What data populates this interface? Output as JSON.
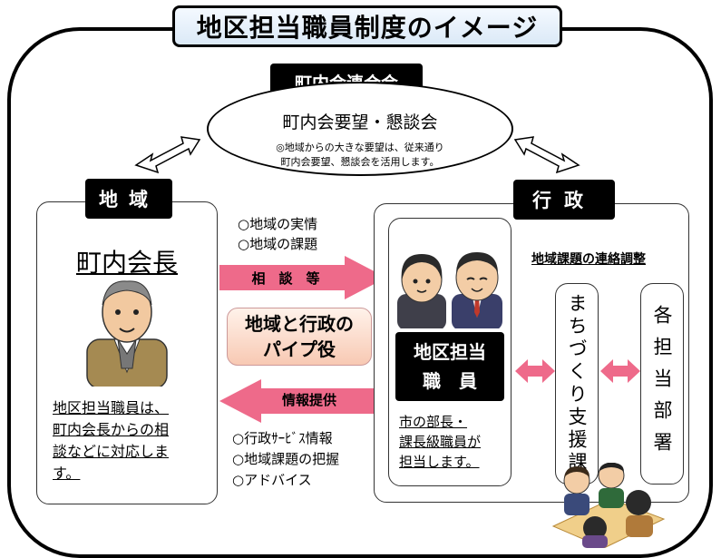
{
  "title": "地区担当職員制度のイメージ",
  "federation": {
    "label": "町内会連合会",
    "ellipse_title": "町内会要望・懇談会",
    "note_line1": "◎地域からの大きな要望は、従来通り",
    "note_line2": "町内会要望、懇談会を活用します。"
  },
  "region": {
    "label": "地域",
    "head_title": "町内会長",
    "desc_lines": [
      "地区担当職員は、",
      "町内会長からの相",
      "談などに対応しま",
      "す。"
    ]
  },
  "government": {
    "label": "行政",
    "coordination": "地域課題の連絡調整",
    "staff_label_line1": "地区担当",
    "staff_label_line2": "職　員",
    "staff_desc_lines": [
      "市の部長・",
      "課長級職員が",
      "担当します。"
    ],
    "support_section": "まちづくり支援課",
    "departments": "各担当部署"
  },
  "middle": {
    "upper_items": [
      "○地域の実情",
      "○地域の課題"
    ],
    "consult_label": "相　談　等",
    "pipe_line1": "地域と行政の",
    "pipe_line2": "パイプ役",
    "info_label": "情報提供",
    "lower_items": [
      "○行政ｻｰﾋﾞｽ情報",
      "○地域課題の把握",
      "○アドバイス"
    ]
  },
  "colors": {
    "arrow_pink": "#ee6a8a",
    "pipe_fill": "#f8c9b3",
    "title_fill": "#dbe9f7",
    "black": "#000000"
  }
}
